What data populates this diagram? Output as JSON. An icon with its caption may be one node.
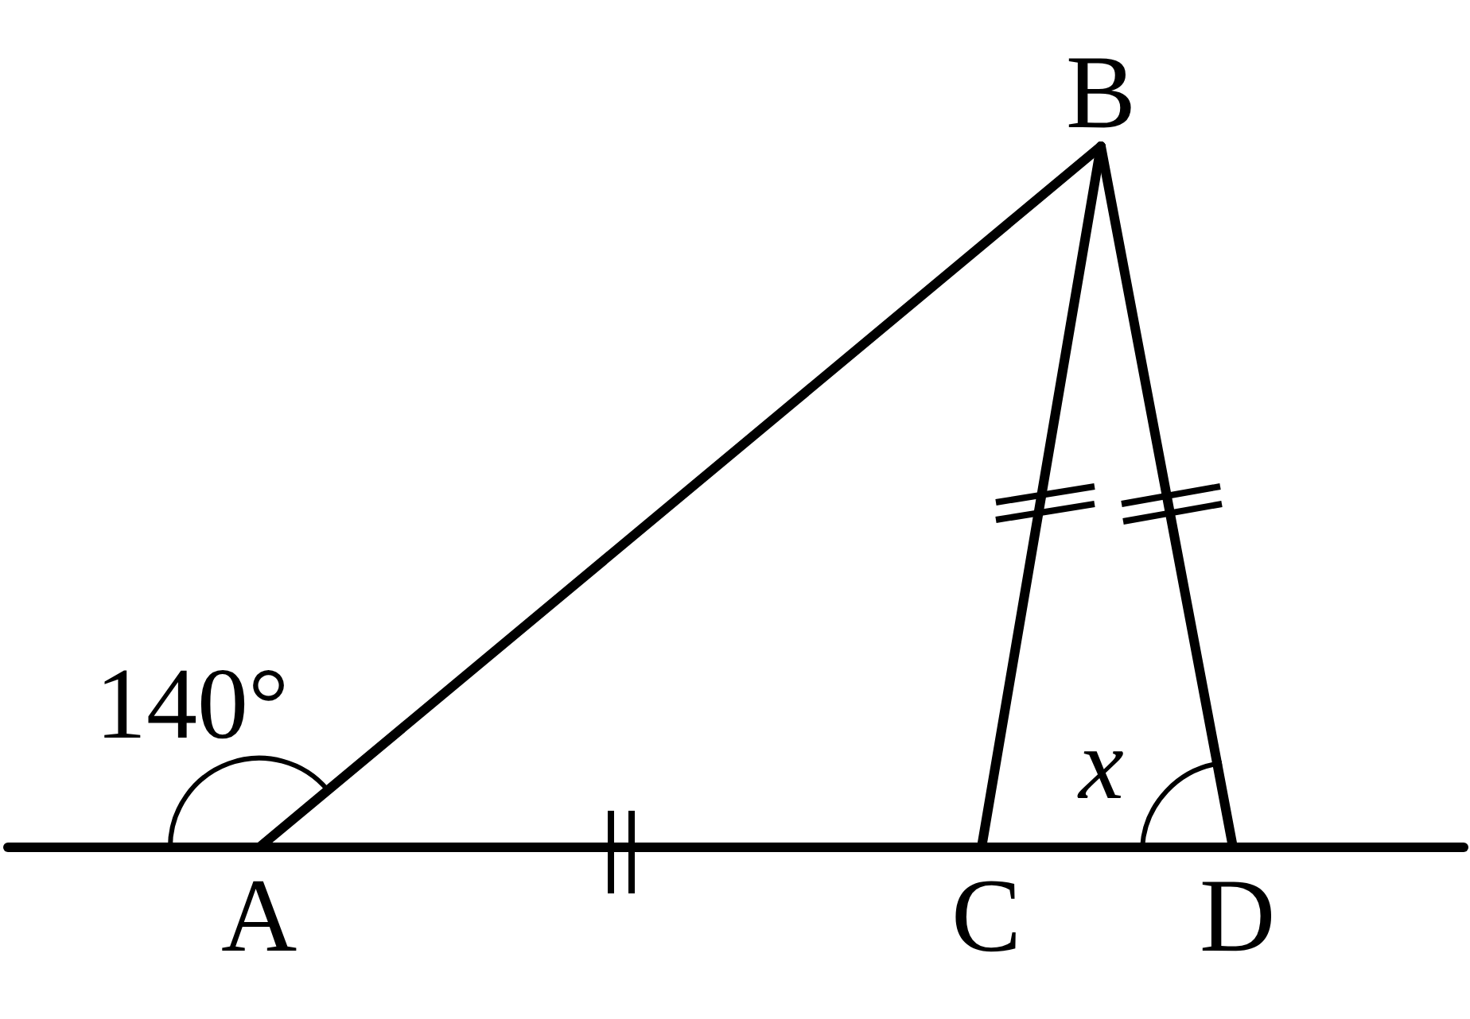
{
  "diagram": {
    "nodes": [
      {
        "text": [
          "A"
        ]
      },
      {
        "text": [
          "B"
        ]
      },
      {
        "text": [
          "C"
        ]
      },
      {
        "text": [
          "D"
        ]
      }
    ],
    "edges": [
      {
        "from": null,
        "to": 0,
        "arrow": "none"
      },
      {
        "from": 0,
        "to": 2,
        "arrow": "none"
      },
      {
        "from": 2,
        "to": 3,
        "arrow": "none"
      },
      {
        "from": 3,
        "to": null,
        "arrow": "none"
      },
      {
        "from": 0,
        "to": 1,
        "arrow": "none"
      },
      {
        "from": 1,
        "to": 2,
        "arrow": "none"
      },
      {
        "from": 1,
        "to": 3,
        "arrow": "none"
      }
    ],
    "labels": [
      "140°",
      "x"
    ]
  }
}
